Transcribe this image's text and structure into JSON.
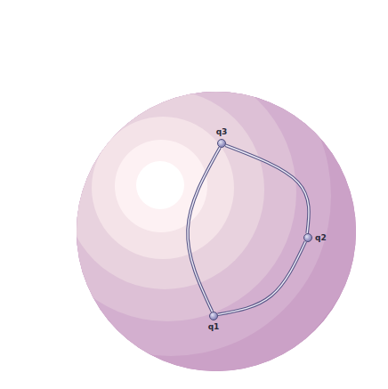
{
  "diagram": {
    "nodes": [
      {
        "text": [
          "q3"
        ]
      },
      {
        "text": [
          "q2"
        ]
      },
      {
        "text": [
          "q1"
        ]
      }
    ],
    "edges": [
      {
        "from": 0,
        "to": 1,
        "arrow": "none"
      },
      {
        "from": 1,
        "to": 2,
        "arrow": "none"
      },
      {
        "from": 2,
        "to": 0,
        "arrow": "none"
      }
    ]
  }
}
